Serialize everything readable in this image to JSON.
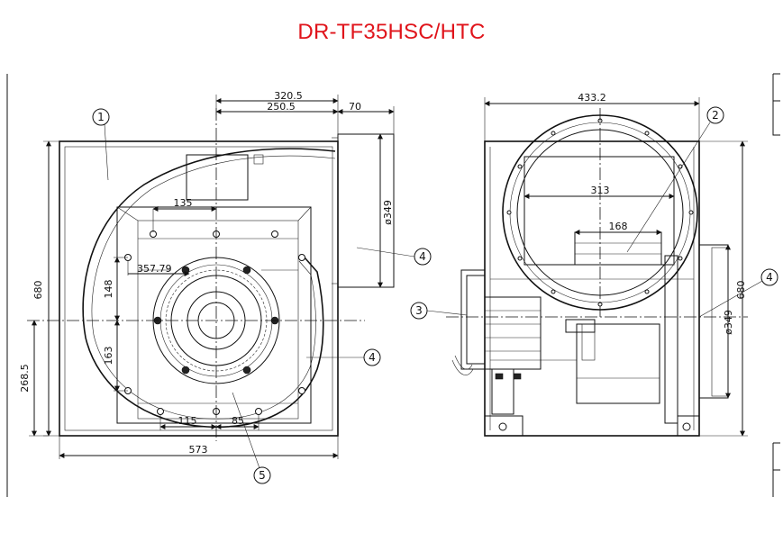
{
  "title": {
    "text": "DR-TF35HSC/HTC",
    "color": "#e0141b"
  },
  "front_view": {
    "dims": {
      "top_a": "320.5",
      "top_b": "250.5",
      "top_c": "70",
      "outlet_dia": "ø349",
      "bolt_spacing": "135",
      "offset": "357.79",
      "height": "680",
      "v_upper": "148",
      "v_lower": "163",
      "center_height": "268.5",
      "base_a": "115",
      "base_b": "85",
      "width": "573"
    },
    "balloons": {
      "casing": "1",
      "outlet": "4",
      "scroll": "4",
      "base": "5"
    }
  },
  "side_view": {
    "dims": {
      "width": "433.2",
      "inlet": "313",
      "motor": "168",
      "height": "680",
      "outlet_dia": "ø349"
    },
    "balloons": {
      "inlet_ring": "2",
      "motor": "3",
      "outlet": "4"
    }
  }
}
